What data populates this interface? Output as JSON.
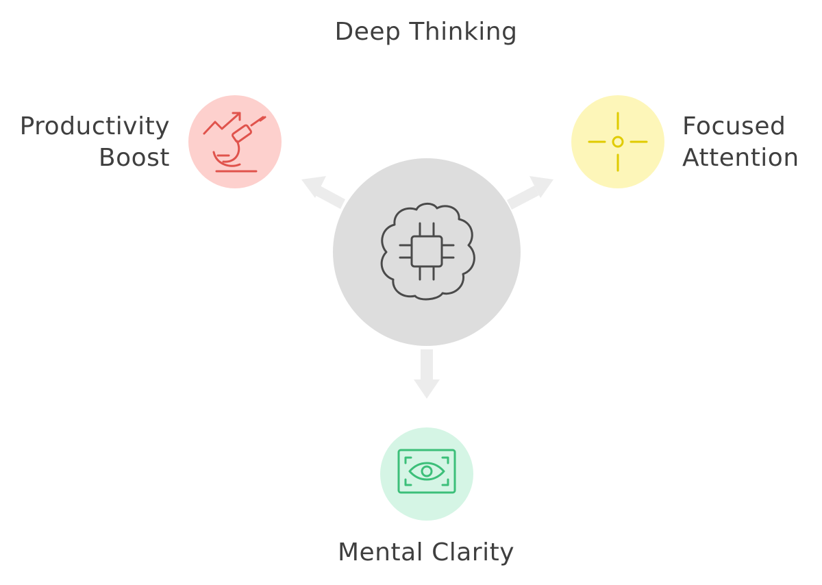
{
  "diagram": {
    "title": "Deep Thinking",
    "center": {
      "icon": "brain-chip-icon",
      "fill": "#dddddd",
      "stroke": "#4a4a4a"
    },
    "nodes": [
      {
        "id": "productivity",
        "lines": [
          "Productivity",
          "Boost"
        ],
        "icon": "trend-microscope-icon",
        "fill": "#fdd0cd",
        "stroke": "#e0534c"
      },
      {
        "id": "focus",
        "lines": [
          "Focused",
          "Attention"
        ],
        "icon": "crosshair-icon",
        "fill": "#fdf6b9",
        "stroke": "#e0cb00"
      },
      {
        "id": "clarity",
        "lines": [
          "Mental Clarity"
        ],
        "icon": "eye-frame-icon",
        "fill": "#d5f5e5",
        "stroke": "#3cbf79"
      }
    ],
    "arrow_color": "#ececec"
  }
}
